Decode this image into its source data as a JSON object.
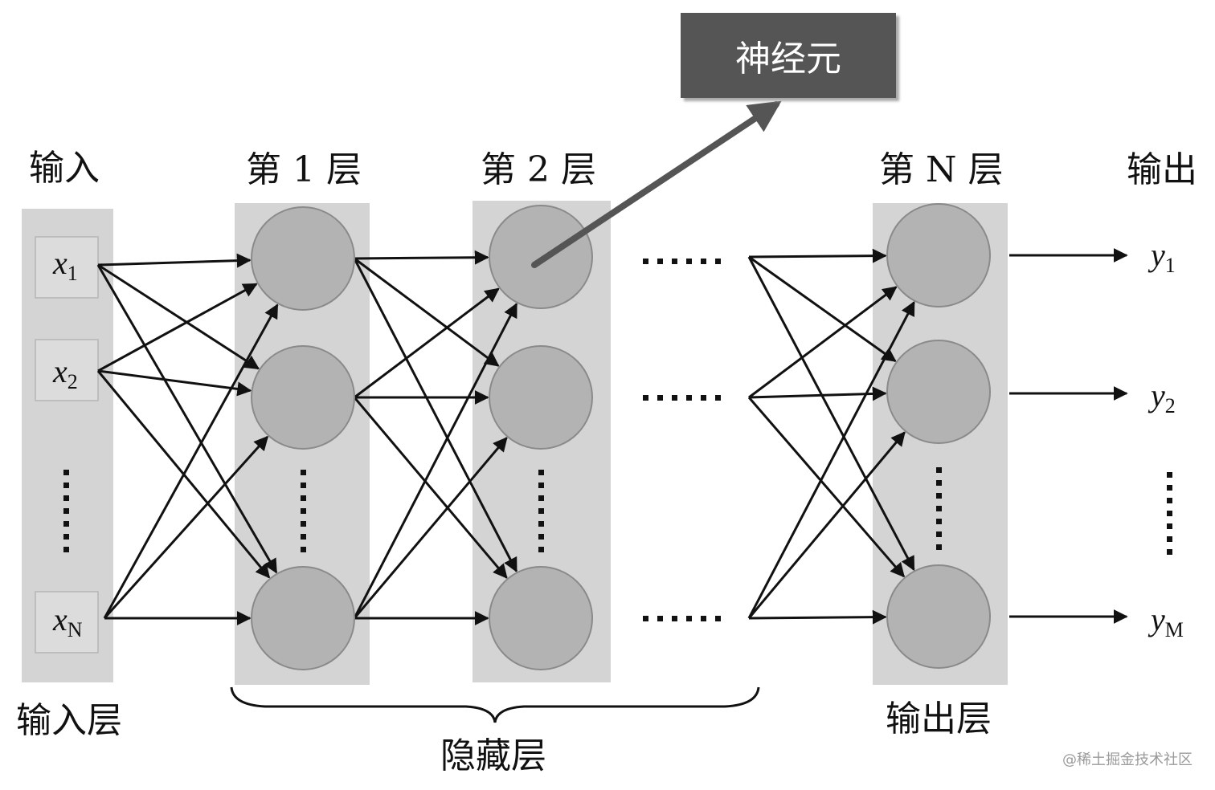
{
  "callout": {
    "label": "神经元"
  },
  "layer_headers": {
    "input": "输入",
    "hidden1": "第 1 层",
    "hidden2": "第 2 层",
    "hiddenN": "第 N 层",
    "output": "输出"
  },
  "bottom_labels": {
    "input_layer": "输入层",
    "hidden_layers": "隐藏层",
    "output_layer": "输出层"
  },
  "inputs": [
    {
      "base": "x",
      "sub": "1"
    },
    {
      "base": "x",
      "sub": "2"
    },
    {
      "base": "x",
      "sub": "N"
    }
  ],
  "outputs": [
    {
      "base": "y",
      "sub": "1"
    },
    {
      "base": "y",
      "sub": "2"
    },
    {
      "base": "y",
      "sub": "M"
    }
  ],
  "watermark": "@稀土掘金技术社区",
  "colors": {
    "panel": "#d4d4d4",
    "neuron_fill": "#b3b3b3",
    "neuron_stroke": "#8a8a8a",
    "edge": "#111111",
    "callout_bg": "#555555"
  }
}
